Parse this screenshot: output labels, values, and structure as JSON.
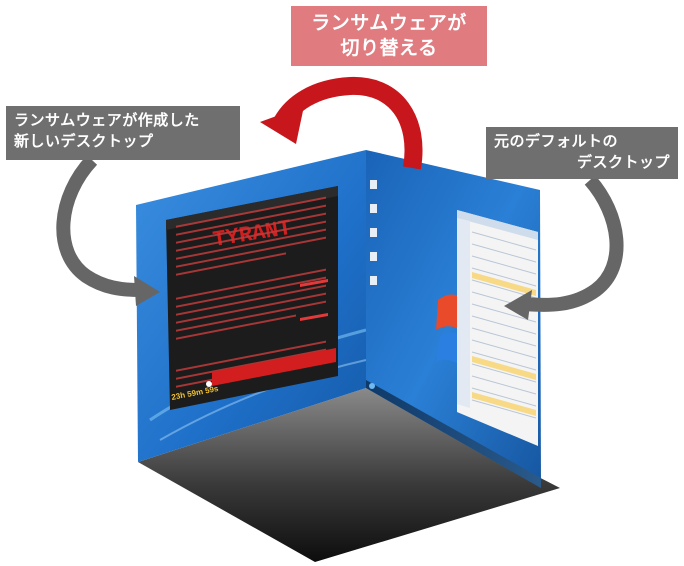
{
  "callouts": {
    "top": {
      "line1": "ランサムウェアが",
      "line2": "切り替える"
    },
    "left": {
      "line1": "ランサムウェアが作成した",
      "line2": "新しいデスクトップ"
    },
    "right": {
      "line1": "元のデフォルトの",
      "line2": "デスクトップ"
    }
  },
  "ransom_window": {
    "title": "TYRANT",
    "timer": "23h 59m 59s",
    "button_label": "..."
  },
  "colors": {
    "top_callout": "#e07b7f",
    "side_callouts": "#6f6f6f",
    "rotate_arrow": "#c8161d",
    "curve_arrows": "#666666",
    "desktop_blue": "#1f7fd6",
    "ransom_bg": "#1c1c1c",
    "ransom_accent": "#d21e1e"
  }
}
